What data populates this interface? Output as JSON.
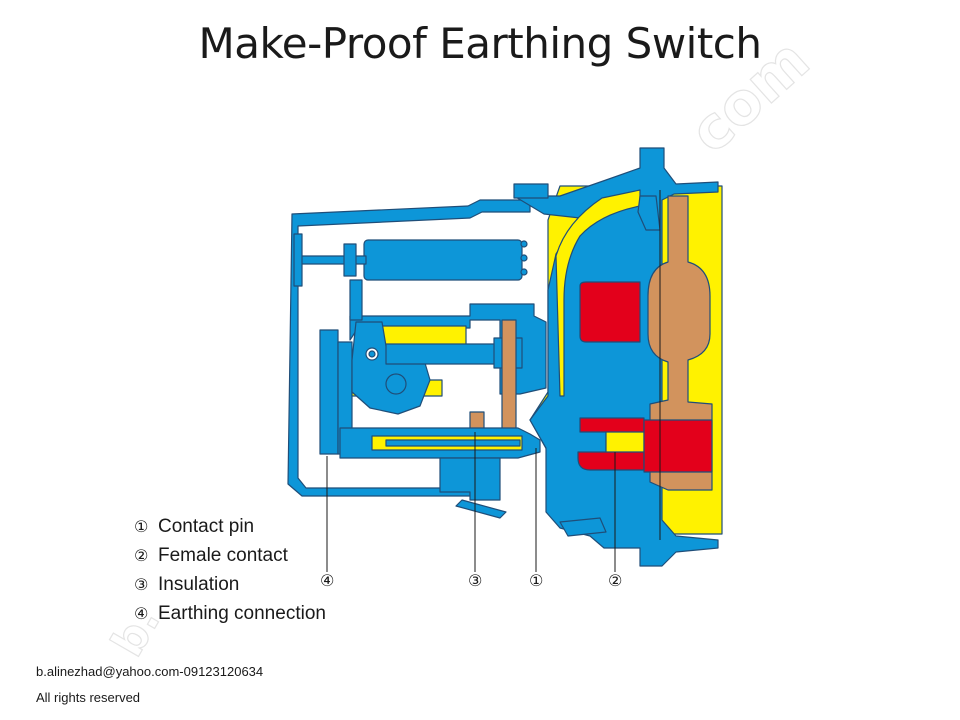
{
  "title": "Make-Proof Earthing Switch",
  "legend": [
    {
      "num": "①",
      "label": "Contact pin"
    },
    {
      "num": "②",
      "label": "Female contact"
    },
    {
      "num": "③",
      "label": "Insulation"
    },
    {
      "num": "④",
      "label": "Earthing connection"
    }
  ],
  "callouts": {
    "c4": "④",
    "c3": "③",
    "c1": "①",
    "c2": "②"
  },
  "footer": {
    "contact": "b.alinezhad@yahoo.com-09123120634",
    "rights": "All rights reserved"
  },
  "watermark": {
    "top": "com",
    "bottom": "b."
  },
  "colors": {
    "steel_blue": "#0d96d8",
    "outline": "#1f4e79",
    "gas_yellow": "#fff200",
    "copper": "#d2935d",
    "contact_red": "#e3001b"
  }
}
